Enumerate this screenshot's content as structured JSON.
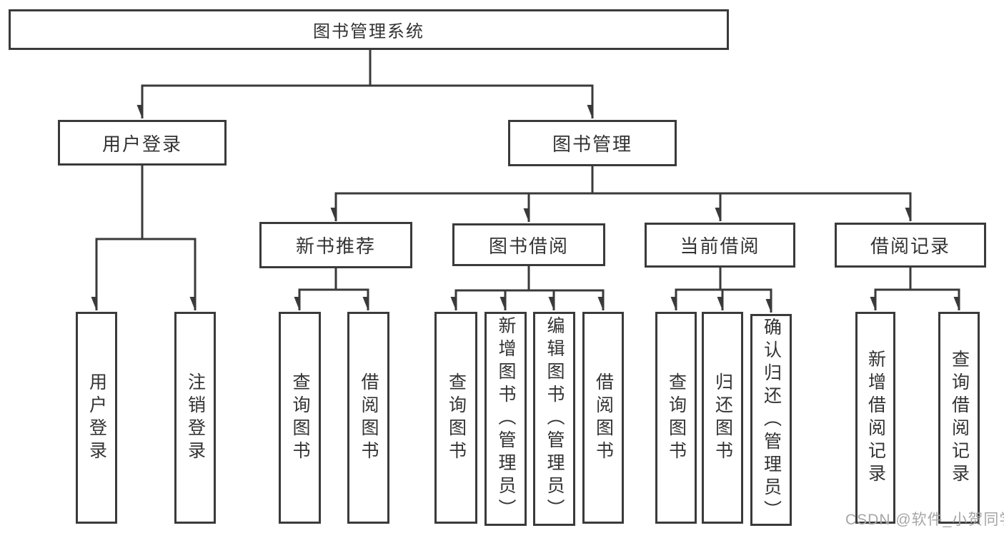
{
  "nodes": {
    "root": {
      "label": "图书管理系统"
    },
    "user_login": {
      "label": "用户登录"
    },
    "book_mgmt": {
      "label": "图书管理"
    },
    "new_book_rec": {
      "label": "新书推荐"
    },
    "book_borrow": {
      "label": "图书借阅"
    },
    "current_borrow": {
      "label": "当前借阅"
    },
    "borrow_record": {
      "label": "借阅记录"
    },
    "leaf_user_login": {
      "label": "用户登录"
    },
    "leaf_logout": {
      "label": "注销登录"
    },
    "nb_query": {
      "label": "查询图书"
    },
    "nb_borrow": {
      "label": "借阅图书"
    },
    "bb_query": {
      "label": "查询图书"
    },
    "bb_add": {
      "label": "新增图书（管理员）"
    },
    "bb_edit": {
      "label": "编辑图书（管理员）"
    },
    "bb_borrow": {
      "label": "借阅图书"
    },
    "cb_query": {
      "label": "查询图书"
    },
    "cb_return": {
      "label": "归还图书"
    },
    "cb_confirm": {
      "label": "确认归还（管理员）"
    },
    "br_add": {
      "label": "新增借阅记录"
    },
    "br_query": {
      "label": "查询借阅记录"
    }
  },
  "structure": {
    "图书管理系统": {
      "用户登录": [
        "用户登录",
        "注销登录"
      ],
      "图书管理": {
        "新书推荐": [
          "查询图书",
          "借阅图书"
        ],
        "图书借阅": [
          "查询图书",
          "新增图书（管理员）",
          "编辑图书（管理员）",
          "借阅图书"
        ],
        "当前借阅": [
          "查询图书",
          "归还图书",
          "确认归还（管理员）"
        ],
        "借阅记录": [
          "新增借阅记录",
          "查询借阅记录"
        ]
      }
    }
  },
  "watermark": {
    "text": "CSDN @软件_小贺同学"
  },
  "colors": {
    "line": "#3a3a3a",
    "text": "#333333",
    "watermark": "#a6a6a6",
    "background": "#ffffff"
  }
}
